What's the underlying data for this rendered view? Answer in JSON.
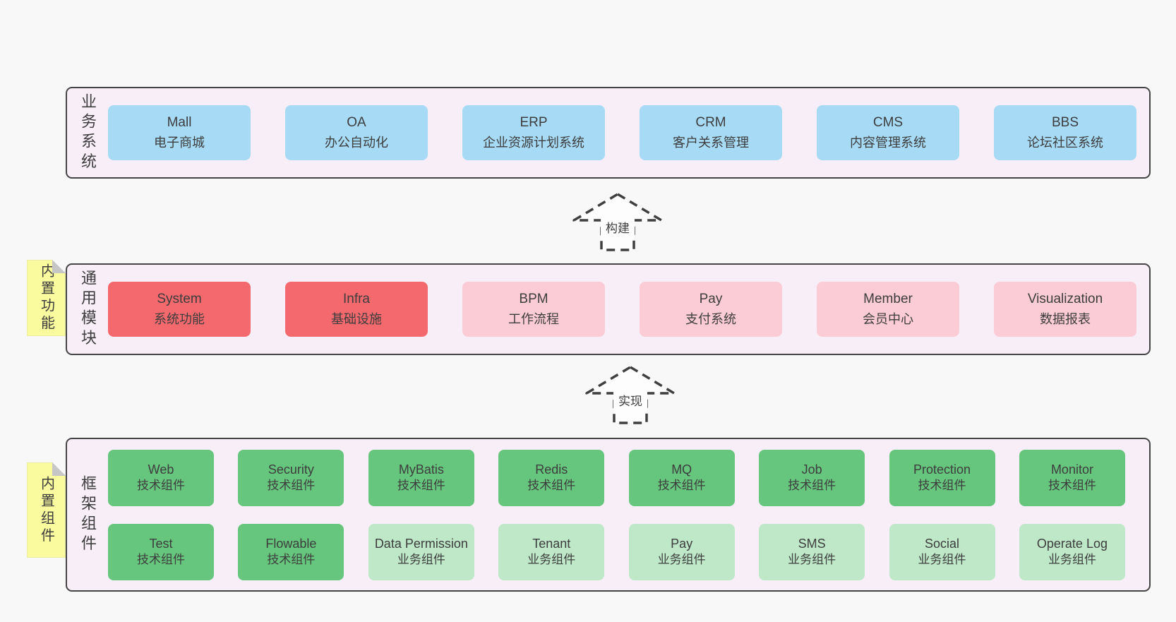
{
  "layers": {
    "business": {
      "label": "业务系统",
      "boxes": [
        {
          "name": "Mall",
          "subtitle": "电子商城"
        },
        {
          "name": "OA",
          "subtitle": "办公自动化"
        },
        {
          "name": "ERP",
          "subtitle": "企业资源计划系统"
        },
        {
          "name": "CRM",
          "subtitle": "客户关系管理"
        },
        {
          "name": "CMS",
          "subtitle": "内容管理系统"
        },
        {
          "name": "BBS",
          "subtitle": "论坛社区系统"
        }
      ]
    },
    "modules": {
      "label": "通用模块",
      "sticky": "内置功能",
      "boxes": [
        {
          "name": "System",
          "subtitle": "系统功能",
          "variant": "red"
        },
        {
          "name": "Infra",
          "subtitle": "基础设施",
          "variant": "red"
        },
        {
          "name": "BPM",
          "subtitle": "工作流程",
          "variant": "pink"
        },
        {
          "name": "Pay",
          "subtitle": "支付系统",
          "variant": "pink"
        },
        {
          "name": "Member",
          "subtitle": "会员中心",
          "variant": "pink"
        },
        {
          "name": "Visualization",
          "subtitle": "数据报表",
          "variant": "pink"
        }
      ]
    },
    "framework": {
      "label": "框架组件",
      "sticky": "内置组件",
      "row1": [
        {
          "name": "Web",
          "subtitle": "技术组件",
          "variant": "green"
        },
        {
          "name": "Security",
          "subtitle": "技术组件",
          "variant": "green"
        },
        {
          "name": "MyBatis",
          "subtitle": "技术组件",
          "variant": "green"
        },
        {
          "name": "Redis",
          "subtitle": "技术组件",
          "variant": "green"
        },
        {
          "name": "MQ",
          "subtitle": "技术组件",
          "variant": "green"
        },
        {
          "name": "Job",
          "subtitle": "技术组件",
          "variant": "green"
        },
        {
          "name": "Protection",
          "subtitle": "技术组件",
          "variant": "green"
        },
        {
          "name": "Monitor",
          "subtitle": "技术组件",
          "variant": "green"
        }
      ],
      "row2": [
        {
          "name": "Test",
          "subtitle": "技术组件",
          "variant": "green"
        },
        {
          "name": "Flowable",
          "subtitle": "技术组件",
          "variant": "green"
        },
        {
          "name": "Data Permission",
          "subtitle": "业务组件",
          "variant": "lgreen"
        },
        {
          "name": "Tenant",
          "subtitle": "业务组件",
          "variant": "lgreen"
        },
        {
          "name": "Pay",
          "subtitle": "业务组件",
          "variant": "lgreen"
        },
        {
          "name": "SMS",
          "subtitle": "业务组件",
          "variant": "lgreen"
        },
        {
          "name": "Social",
          "subtitle": "业务组件",
          "variant": "lgreen"
        },
        {
          "name": "Operate Log",
          "subtitle": "业务组件",
          "variant": "lgreen"
        }
      ]
    }
  },
  "arrows": {
    "build": "构建",
    "implement": "实现"
  },
  "colors": {
    "background": "#f8f8f8",
    "layer_bg": "#f8eef7",
    "layer_border": "#454545",
    "blue": "#a7dbf5",
    "red": "#f4696e",
    "pink": "#fbccd5",
    "green": "#66c67d",
    "light_green": "#bee8c8",
    "sticky_yellow": "#fafa9e",
    "text": "#3d3d3d"
  }
}
